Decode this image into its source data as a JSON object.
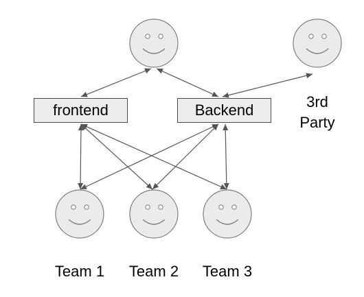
{
  "nodes": {
    "frontend": {
      "label": "frontend"
    },
    "backend": {
      "label": "Backend"
    }
  },
  "labels": {
    "third_party_line1": "3rd",
    "third_party_line2": "Party",
    "team1": "Team 1",
    "team2": "Team 2",
    "team3": "Team 3"
  },
  "colors": {
    "face_fill": "#ebebeb",
    "face_stroke": "#7d7d7d",
    "box_fill": "#ececec",
    "arrow": "#555555"
  }
}
